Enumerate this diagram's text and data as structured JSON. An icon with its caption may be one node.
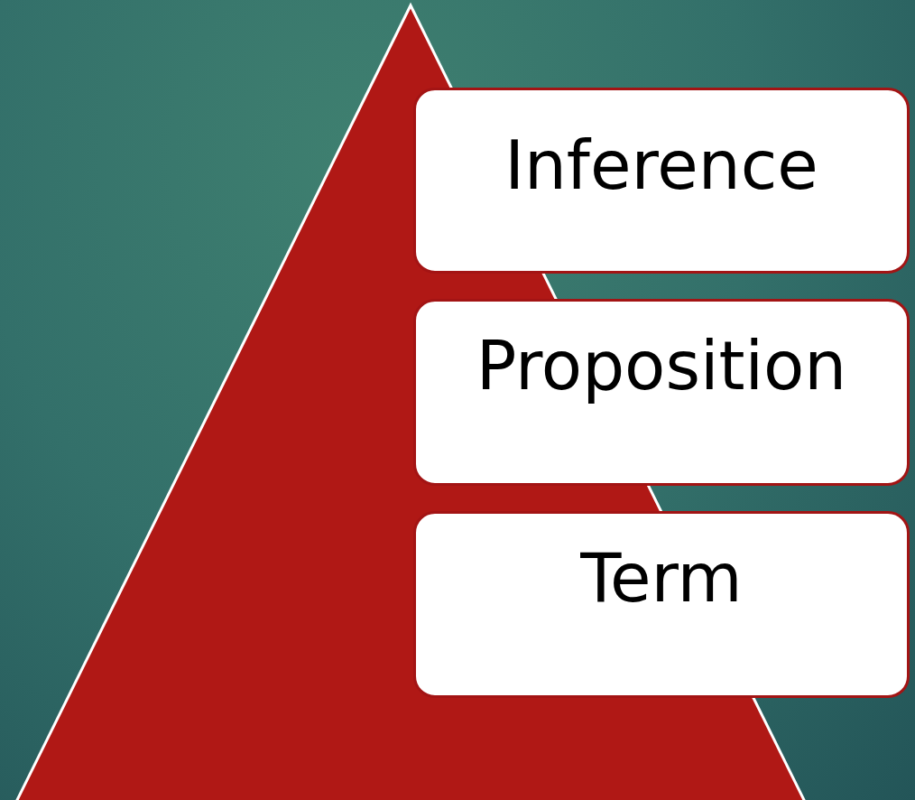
{
  "diagram": {
    "nodes": [
      {
        "text": [
          "Inference"
        ]
      },
      {
        "text": [
          "Proposition"
        ]
      },
      {
        "text": [
          "Term"
        ]
      }
    ]
  }
}
